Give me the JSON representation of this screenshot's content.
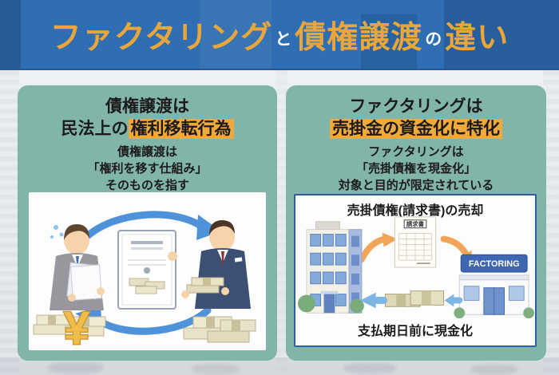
{
  "header": {
    "parts": [
      {
        "text": "ファクタリング"
      },
      {
        "text": "と"
      },
      {
        "text": "債権譲渡"
      },
      {
        "text": "の"
      },
      {
        "text": "違い"
      }
    ]
  },
  "left_panel": {
    "title_line1": "債権譲渡は",
    "title_line2_plain": "民法上の",
    "title_line2_highlight": "権利移転行為",
    "desc_line1": "債権譲渡は",
    "desc_line2": "「権利を移す仕組み」",
    "desc_line3": "そのものを指す",
    "yen_symbol": "¥"
  },
  "right_panel": {
    "title_line1": "ファクタリングは",
    "title_line2_highlight": "売掛金の資金化に特化",
    "desc_line1": "ファクタリングは",
    "desc_line2": "「売掛債権を現金化」",
    "desc_line3": "対象と目的が限定されている",
    "diagram": {
      "top_label": "売掛債権(請求書)の売却",
      "bottom_label": "支払期日前に現金化",
      "invoice_title": "請求書",
      "factoring_sign": "FACTORING"
    }
  },
  "colors": {
    "header_blue": "#2F6EB2",
    "accent_orange": "#E9A63B",
    "highlight_yellow": "#F0A93C",
    "panel_teal": "#82B5A9",
    "diagram_border_blue": "#2D5FA8",
    "arrow_blue": "#4E93D9",
    "arrow_orange": "#F2A458"
  }
}
